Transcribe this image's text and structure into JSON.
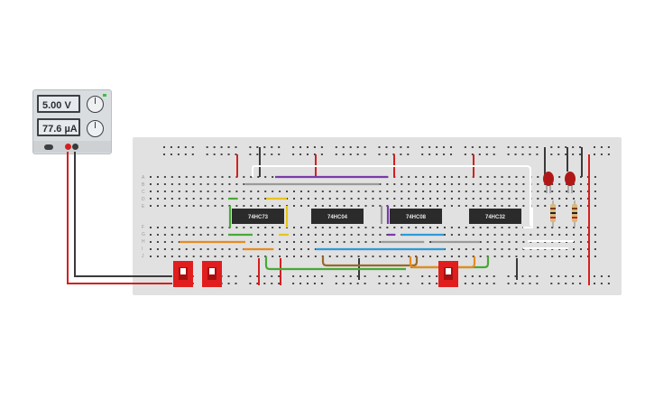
{
  "power_supply": {
    "voltage_display": "5.00 V",
    "current_display": "77.6 µA"
  },
  "breadboard": {
    "row_letters_top": [
      "A",
      "B",
      "C",
      "D",
      "E"
    ],
    "row_letters_bottom": [
      "F",
      "G",
      "H",
      "I",
      "J"
    ]
  },
  "chips": [
    {
      "label": "74HC73"
    },
    {
      "label": "74HC04"
    },
    {
      "label": "74HC08"
    },
    {
      "label": "74HC32"
    }
  ],
  "colors": {
    "board": "#e1e1e1",
    "chip": "#2b2b2b",
    "wire_red": "#d42020",
    "wire_black": "#3a3a3a",
    "wire_green": "#48a838",
    "wire_yellow": "#e6c320",
    "wire_orange": "#e88a20",
    "wire_blue": "#2d9ad8",
    "wire_purple": "#7a3aa8",
    "wire_white": "#ffffff",
    "wire_brown": "#9a6a2a",
    "wire_gray": "#9a9a9a",
    "switch_red": "#e01e1e",
    "led_red": "#b01818"
  },
  "icons": [
    "voltage-knob-icon",
    "current-knob-icon",
    "power-toggle-icon"
  ]
}
